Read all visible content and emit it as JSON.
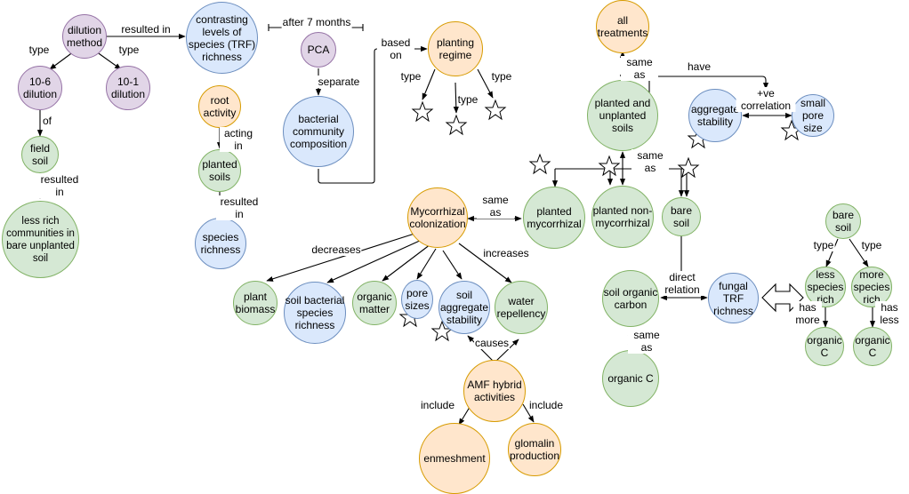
{
  "nodes": {
    "dilution_method": "dilution method",
    "dilution_10_6": "10-6 dilution",
    "dilution_10_1": "10-1 dilution",
    "field_soil": "field soil",
    "less_rich_communities": "less rich communities in bare unplanted soil",
    "contrasting_levels": "contrasting levels of species (TRF) richness",
    "pca": "PCA",
    "bacterial_community": "bacterial community composition",
    "root_activity": "root activity",
    "planted_soils": "planted soils",
    "species_richness": "species richness",
    "planting_regime": "planting regime",
    "all_treatments": "all treatments",
    "planted_and_unplanted": "planted and unplanted soils",
    "aggregate_stability": "aggregate stability",
    "small_pore_size": "small pore size",
    "mycorrhizal_colonization": "Mycorrhizal colonization",
    "planted_mycorrhizal": "planted mycorrhizal",
    "planted_non_mycorrhizal": "planted non-mycorrhizal",
    "bare_soil": "bare soil",
    "plant_biomass": "plant biomass",
    "soil_bacterial_richness": "soil bacterial species richness",
    "organic_matter": "organic matter",
    "pore_sizes": "pore sizes",
    "soil_aggregate_stability": "soil aggregate stability",
    "water_repellency": "water repellency",
    "amf_hybrid": "AMF hybrid activities",
    "enmeshment": "enmeshment",
    "glomalin": "glomalin production",
    "soil_organic_carbon": "soil organic carbon",
    "organic_c_left": "organic C",
    "fungal_trf": "fungal TRF richness",
    "bare_soil_2": "bare soil",
    "less_species_rich": "less species rich",
    "more_species_rich": "more species rich",
    "organic_c_a": "organic C",
    "organic_c_b": "organic C"
  },
  "edge_labels": {
    "type_a": "type",
    "type_b": "type",
    "of": "of",
    "resulted_in_1": "resulted in",
    "resulted_in_top": "resulted in",
    "after_7_months": "after 7 months",
    "separate": "separate",
    "based_on": "based on",
    "acting_in": "acting in",
    "resulted_in_2": "resulted in",
    "regime_type_1": "type",
    "regime_type_2": "type",
    "regime_type_3": "type",
    "same_as_top": "same as",
    "have": "have",
    "ve_correlation": "+ve correlation",
    "same_as_mid": "same as",
    "same_as_myco": "same as",
    "decreases": "decreases",
    "increases": "increases",
    "causes": "causes",
    "include_1": "include",
    "include_2": "include",
    "direct_relation": "direct relation",
    "same_as_carbon": "same as",
    "type_c": "type",
    "type_d": "type",
    "has_more": "has more",
    "has_less": "has less"
  },
  "colors": {
    "purple_fill": "#e1d5e7",
    "purple_stroke": "#9673a6",
    "blue_fill": "#dae8fc",
    "blue_stroke": "#6c8ebf",
    "green_fill": "#d5e8d4",
    "green_stroke": "#82b366",
    "orange_fill": "#ffe6cc",
    "orange_stroke": "#d79b00"
  }
}
